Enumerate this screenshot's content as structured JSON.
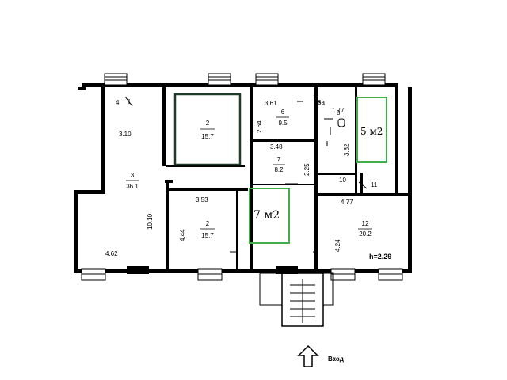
{
  "rooms": {
    "r4": {
      "number": "4"
    },
    "r3": {
      "number": "3",
      "area": "36.1"
    },
    "r2a": {
      "number": "2",
      "area": "15.7"
    },
    "r2b": {
      "number": "2",
      "area": "15.7"
    },
    "r6": {
      "number": "6",
      "area": "9.5"
    },
    "r7": {
      "number": "7",
      "area": "8.2"
    },
    "r8": {
      "number": "8"
    },
    "r6a": {
      "number": "6a"
    },
    "r10": {
      "number": "10"
    },
    "r11": {
      "number": "11"
    },
    "r12": {
      "number": "12",
      "area": "20.2"
    }
  },
  "dimensions": {
    "d310": "3.10",
    "d1010": "10.10",
    "d462": "4.62",
    "d353": "3.53",
    "d444": "4.44",
    "d361": "3.61",
    "d264": "2.64",
    "d348": "3.48",
    "d225": "2.25",
    "d177": "1.77",
    "d382": "3.82",
    "d477": "4.77",
    "d424": "4.24"
  },
  "ceiling_height": "h=2.29",
  "highlights": {
    "left": "7 м2",
    "right": "5 м2",
    "colors": {
      "green": "#3fae49",
      "dark": "#1f3a28"
    }
  },
  "entrance": {
    "label": "Вход"
  }
}
